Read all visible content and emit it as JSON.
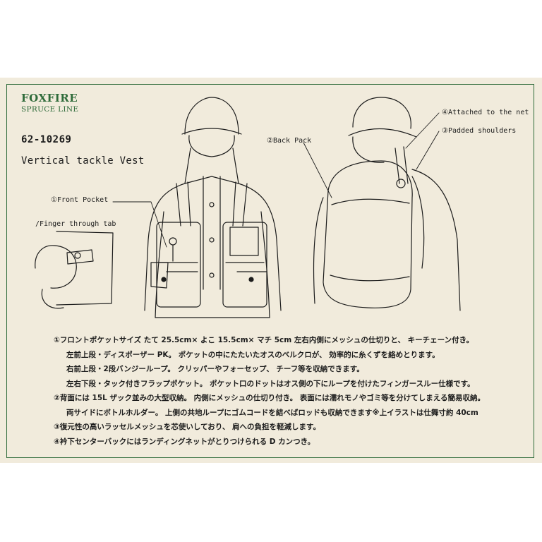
{
  "brand": {
    "name": "FOXFIRE",
    "line": "SPRUCE LINE"
  },
  "product": {
    "model": "62-10269",
    "name": "Vertical tackle Vest"
  },
  "callouts": {
    "front_pocket": "①Front Pocket",
    "finger_tab": "/Finger through tab",
    "back_pack": "②Back Pack",
    "attached_net": "④Attached to the net",
    "padded_shoulders": "③Padded shoulders"
  },
  "description": [
    "①フロントポケットサイズ たて 25.5cm× よこ 15.5cm× マチ 5cm 左右内側にメッシュの仕切りと、 キーチェーン付き。",
    "左前上段・ディスポーザー PK。 ポケットの中にたたいたオスのベルクロが、 効率的に糸くずを絡めとります。",
    "右前上段・2段バンジーループ。 クリッパーやフォーセップ、 チーフ等を収納できます。",
    "左右下段・タック付きフラップポケット。 ポケット口のドットはオス側の下にループを付けたフィンガースルー仕様です。",
    "②背面には 15L ザック並みの大型収納。 内側にメッシュの仕切り付き。 表面には濡れモノやゴミ等を分けてしまえる簡易収納。",
    "両サイドにボトルホルダー。 上側の共地ループにゴムコードを結べばロッドも収納できます※上イラストは仕舞寸約 40cm",
    "③復元性の高いラッセルメッシュを芯使いしており、 肩への負担を軽減します。",
    "④衿下センターバックにはランディングネットがとりつけられる D カンつき。"
  ],
  "colors": {
    "background": "#f1ebdc",
    "frame": "#2f6b3a",
    "ink": "#1c1c1c"
  }
}
